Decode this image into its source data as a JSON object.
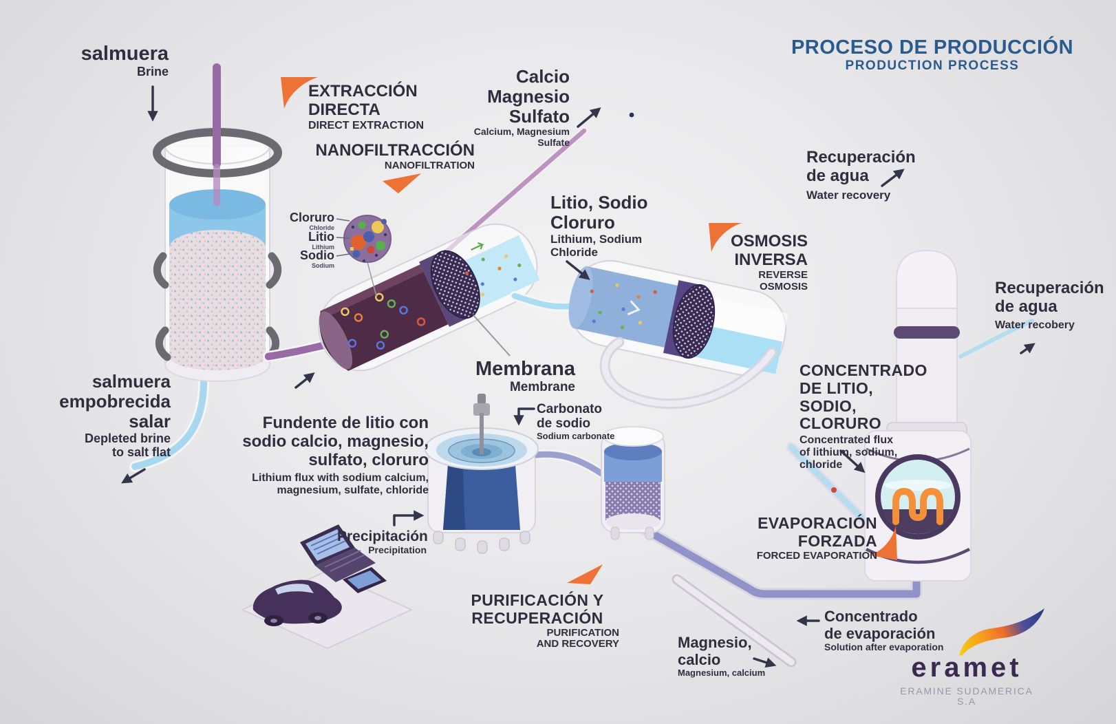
{
  "title": {
    "es": "PROCESO DE PRODUCCIÓN",
    "en": "PRODUCTION PROCESS"
  },
  "labels": {
    "brine": {
      "es": "salmuera",
      "en": "Brine"
    },
    "extraction": {
      "es": [
        "EXTRACCIÓN",
        "DIRECTA"
      ],
      "en": "DIRECT EXTRACTION"
    },
    "nanofiltration": {
      "es": "NANOFILTRACCIÓN",
      "en": "NANOFILTRATION"
    },
    "calcium_out": {
      "es": [
        "Calcio",
        "Magnesio",
        "Sulfato"
      ],
      "en": [
        "Calcium, Magnesium",
        "Sulfate"
      ]
    },
    "lithium_out": {
      "es": [
        "Litio, Sodio",
        "Cloruro"
      ],
      "en": [
        "Lithium, Sodium",
        "Chloride"
      ]
    },
    "osmosis": {
      "es": [
        "OSMOSIS",
        "INVERSA"
      ],
      "en": "REVERSE OSMOSIS"
    },
    "water_top": {
      "es": [
        "Recuperación",
        "de agua"
      ],
      "en": "Water recovery"
    },
    "water_right": {
      "es": [
        "Recuperación",
        "de agua"
      ],
      "en": "Water recobery"
    },
    "depleted": {
      "es": [
        "salmuera",
        "empobrecida",
        "salar"
      ],
      "en": [
        "Depleted brine",
        "to salt flat"
      ]
    },
    "flux": {
      "es": [
        "Fundente de litio con",
        "sodio calcio, magnesio,",
        "sulfato, cloruro"
      ],
      "en": [
        "Lithium flux with sodium calcium,",
        "magnesium, sulfate, chloride"
      ]
    },
    "membrane": {
      "es": "Membrana",
      "en": "Membrane"
    },
    "carbonate": {
      "es": [
        "Carbonato",
        "de sodio"
      ],
      "en": "Sodium carbonate"
    },
    "concentrate": {
      "es": [
        "CONCENTRADO",
        "DE LITIO, SODIO,",
        "CLORURO"
      ],
      "en": [
        "Concentrated flux",
        "of lithium, sodium,",
        "chloride"
      ]
    },
    "precipitation": {
      "es": "Precipitación",
      "en": "Precipitation"
    },
    "purification": {
      "es": [
        "PURIFICACIÓN Y",
        "RECUPERACIÓN"
      ],
      "en": [
        "PURIFICATION",
        "AND RECOVERY"
      ]
    },
    "evaporation": {
      "es": [
        "EVAPORACIÓN",
        "FORZADA"
      ],
      "en": "FORCED EVAPORATION"
    },
    "evap_concentrate": {
      "es": [
        "Concentrado",
        "de evaporación"
      ],
      "en": "Solution after evaporation"
    },
    "magnesium_out": {
      "es": [
        "Magnesio,",
        "calcio"
      ],
      "en": "Magnesium, calcium"
    }
  },
  "legend": {
    "chloride": {
      "es": "Cloruro",
      "en": "Chloride"
    },
    "lithium": {
      "es": "Litio",
      "en": "Lithium"
    },
    "sodium": {
      "es": "Sodio",
      "en": "Sodium"
    }
  },
  "logo": {
    "brand": "eramet",
    "company": "ERAMINE SUDAMERICA S.A"
  },
  "colors": {
    "accent_orange": "#EE7135",
    "title_blue": "#2B5A8F",
    "text_dark": "#2F2D3E",
    "pipe_purple": "#9A6AA6",
    "pipe_lavender": "#8F93C7",
    "water_blue": "#A8D8EF",
    "logo_purple": "#3A2A52"
  }
}
